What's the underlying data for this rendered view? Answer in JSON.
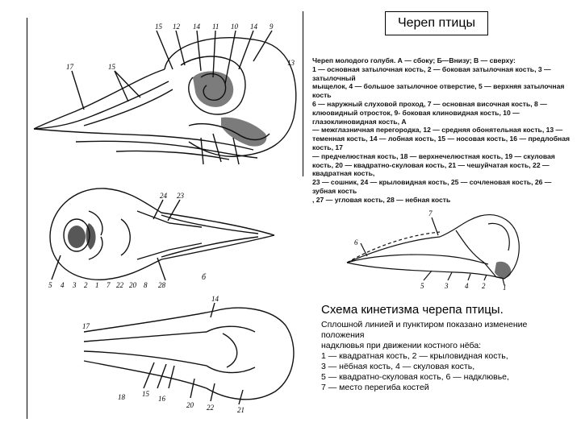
{
  "title": "Череп птицы",
  "legend_lines": [
    "Череп молодого голубя. А — сбоку; Б—Внизу; В — сверху:",
    "1 — основная затылочная кость, 2 — боковая затылочная кость, 3 — затылочный",
    "мыщелок, 4 — большое затылочное отверстие, 5 — верхняя затылочная кость",
    "6 — наружный слуховой проход, 7 — основная височная кость, 8 — клюовидный отросток, 9- боковая клиновидная кость, 10 — глазоклиновидная кость, А",
    "— межглазничная перегородка, 12 — средняя обонятельная кость, 13 — теменная кость, 14 — лобная кость, 15 — носовая кость, 16 — предлобная кость, 17",
    "— предчелюстная кость, 18 — верхнечелюстная кость, 19 — скуловая кость, 20 — квадратно-скуловая кость, 21 — чешуйчатая кость, 22 — квадратная кость,",
    "23 — сошник, 24 — крыловидная кость, 25 — сочленовая кость, 26 — зубная кость",
    ", 27 — угловая кость, 28 — небная кость"
  ],
  "figure_a": {
    "labels": [
      "17",
      "15",
      "15",
      "12",
      "14",
      "11",
      "10",
      "14",
      "9",
      "13"
    ]
  },
  "figure_b": {
    "letter": "б",
    "labels": [
      "24",
      "23",
      "5",
      "4",
      "3",
      "2",
      "1",
      "7",
      "22",
      "20",
      "8",
      "28"
    ]
  },
  "figure_c": {
    "labels": [
      "14",
      "17",
      "18",
      "15",
      "16",
      "20",
      "22",
      "21"
    ]
  },
  "figure_scheme": {
    "labels": [
      "7",
      "6",
      "5",
      "3",
      "4",
      "2",
      "1"
    ]
  },
  "scheme": {
    "title": "Схема кинетизма черепа птицы.",
    "lines": [
      "Сплошной линией и пунктиром показано изменение положения",
      "надклювья при движении костного нёба:",
      "1 — квадратная кость, 2 — крыловидная кость,",
      "3 — нёбная кость, 4 — скуловая кость,",
      "5 — квадратно-скуловая кость, 6 — надклювье,",
      "7 — место перегиба костей"
    ]
  }
}
